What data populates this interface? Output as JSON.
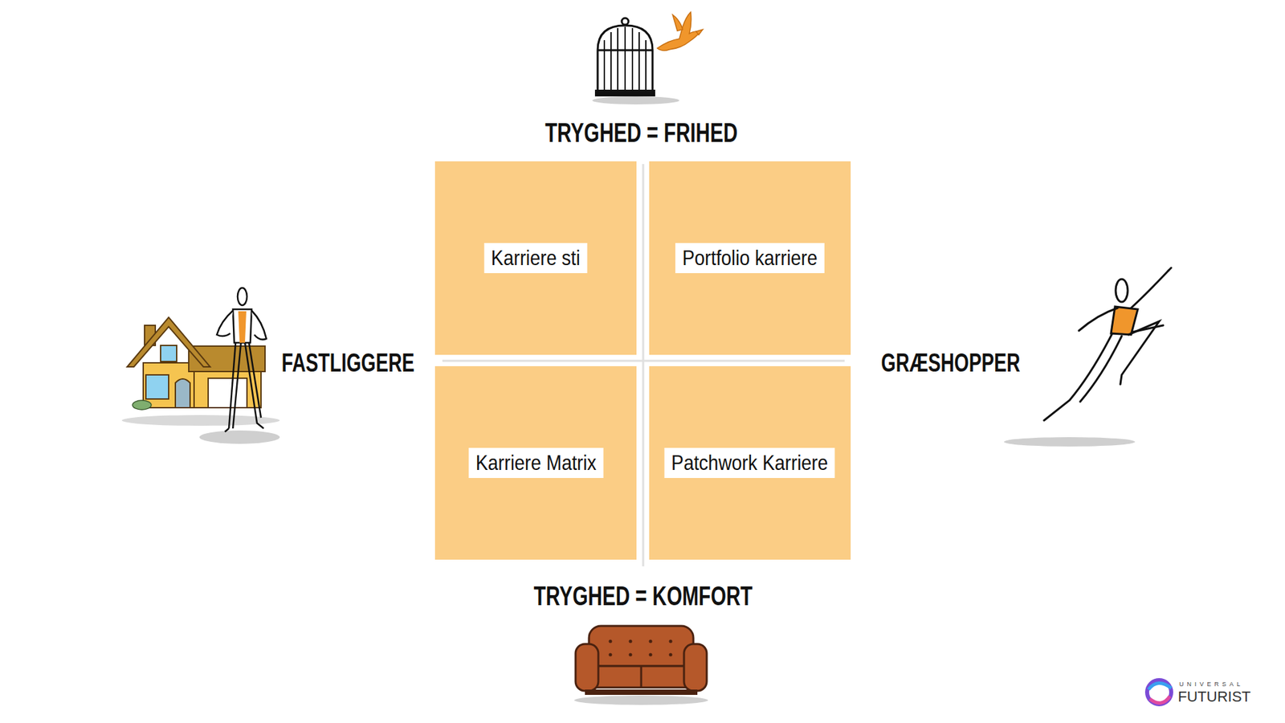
{
  "diagram": {
    "nodes": [
      {
        "text": [
          "Karriere sti"
        ]
      },
      {
        "text": [
          "Portfolio karriere"
        ]
      },
      {
        "text": [
          "Karriere Matrix"
        ]
      },
      {
        "text": [
          "Patchwork Karriere"
        ]
      }
    ],
    "labels": [
      "TRYGHED = FRIHED",
      "FASTLIGGERE",
      "GRÆSHOPPER",
      "TRYGHED = KOMFORT",
      "UNIVERSAL",
      "FUTURIST"
    ]
  }
}
